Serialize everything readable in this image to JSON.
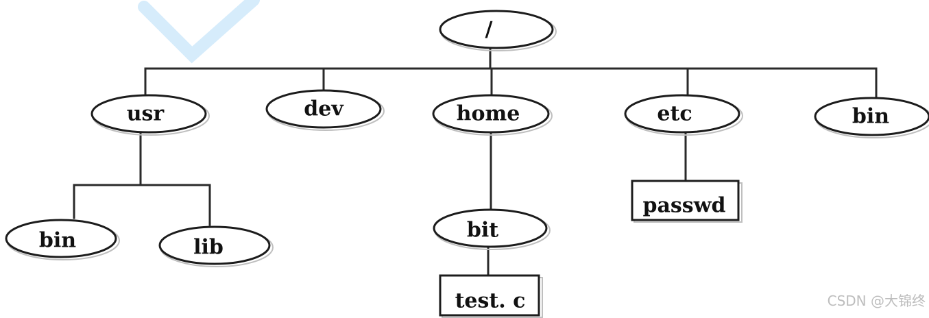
{
  "tree": {
    "root": {
      "label": "/"
    },
    "level1": [
      {
        "label": "usr"
      },
      {
        "label": "dev"
      },
      {
        "label": "home"
      },
      {
        "label": "etc"
      },
      {
        "label": "bin"
      }
    ],
    "usr_children": [
      {
        "label": "bin"
      },
      {
        "label": "lib"
      }
    ],
    "home_children": [
      {
        "label": "bit"
      }
    ],
    "bit_children": [
      {
        "label": "test. c"
      }
    ],
    "etc_children": [
      {
        "label": "passwd"
      }
    ]
  },
  "watermark": "CSDN @大锦终",
  "colors": {
    "line": "#2a2a2a",
    "decoration": "#d6ecfb",
    "watermark": "#bdbdbd"
  }
}
